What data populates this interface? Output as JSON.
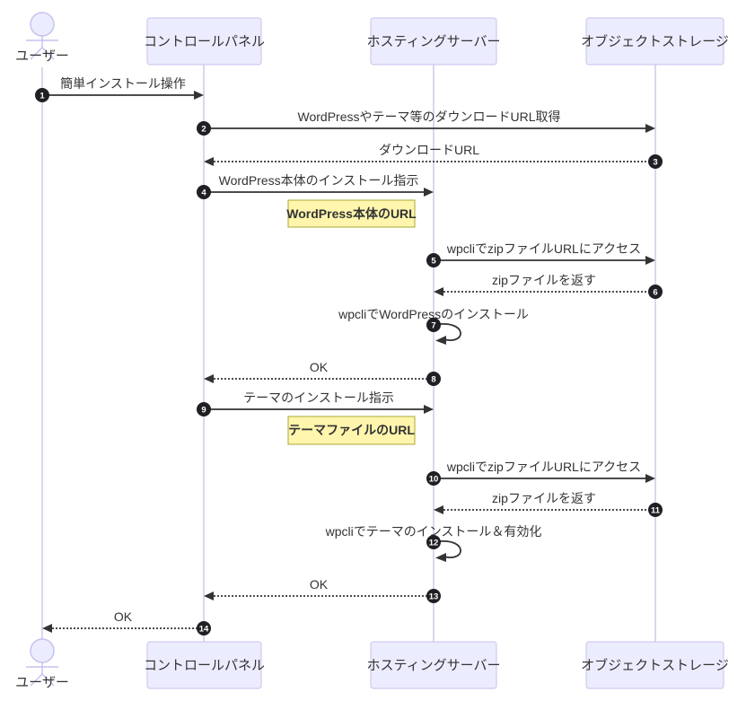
{
  "diagram_type": "sequence",
  "actors": [
    {
      "id": "user",
      "label": "ユーザー",
      "kind": "actor"
    },
    {
      "id": "control-panel",
      "label": "コントロールパネル",
      "kind": "participant"
    },
    {
      "id": "hosting-server",
      "label": "ホスティングサーバー",
      "kind": "participant"
    },
    {
      "id": "object-storage",
      "label": "オブジェクトストレージ",
      "kind": "participant"
    }
  ],
  "messages": [
    {
      "num": "1",
      "label": "簡単インストール操作",
      "from": "user",
      "to": "control-panel",
      "line": "solid"
    },
    {
      "num": "2",
      "label": "WordPressやテーマ等のダウンロードURL取得",
      "from": "control-panel",
      "to": "object-storage",
      "line": "solid"
    },
    {
      "num": "3",
      "label": "ダウンロードURL",
      "from": "object-storage",
      "to": "control-panel",
      "line": "dashed"
    },
    {
      "num": "4",
      "label": "WordPress本体のインストール指示",
      "from": "control-panel",
      "to": "hosting-server",
      "line": "solid"
    },
    {
      "num": "5",
      "label": "wpcliでzipファイルURLにアクセス",
      "from": "hosting-server",
      "to": "object-storage",
      "line": "solid"
    },
    {
      "num": "6",
      "label": "zipファイルを返す",
      "from": "object-storage",
      "to": "hosting-server",
      "line": "dashed"
    },
    {
      "num": "7",
      "label": "wpcliでWordPressのインストール",
      "from": "hosting-server",
      "to": "hosting-server",
      "line": "self"
    },
    {
      "num": "8",
      "label": "OK",
      "from": "hosting-server",
      "to": "control-panel",
      "line": "dashed"
    },
    {
      "num": "9",
      "label": "テーマのインストール指示",
      "from": "control-panel",
      "to": "hosting-server",
      "line": "solid"
    },
    {
      "num": "10",
      "label": "wpcliでzipファイルURLにアクセス",
      "from": "hosting-server",
      "to": "object-storage",
      "line": "solid"
    },
    {
      "num": "11",
      "label": "zipファイルを返す",
      "from": "object-storage",
      "to": "hosting-server",
      "line": "dashed"
    },
    {
      "num": "12",
      "label": "wpcliでテーマのインストール＆有効化",
      "from": "hosting-server",
      "to": "hosting-server",
      "line": "self"
    },
    {
      "num": "13",
      "label": "OK",
      "from": "hosting-server",
      "to": "control-panel",
      "line": "dashed"
    },
    {
      "num": "14",
      "label": "OK",
      "from": "control-panel",
      "to": "user",
      "line": "dashed"
    }
  ],
  "notes": [
    {
      "label": "WordPress本体のURL"
    },
    {
      "label": "テーマファイルのURL"
    }
  ],
  "colors": {
    "participant_fill": "#ECECFF",
    "participant_border": "#C7C2EE",
    "lifeline": "#CFC9EC",
    "note_fill": "#FFF5AD",
    "note_border": "#AAAA33",
    "arrow": "#333333",
    "number_badge": "#201F23",
    "number_text": "#FFFFFF",
    "text": "#333333",
    "background": "#FFFFFF"
  }
}
